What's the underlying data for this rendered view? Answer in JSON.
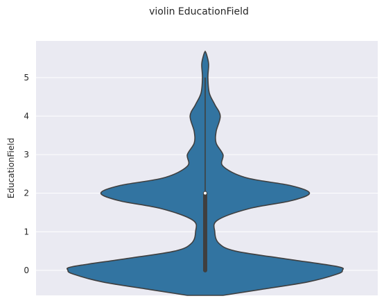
{
  "chart_data": {
    "type": "violin",
    "title": "violin EducationField",
    "xlabel": "",
    "ylabel": "EducationField",
    "ylim": [
      -0.65,
      5.95
    ],
    "yticks": [
      "0",
      "1",
      "2",
      "3",
      "4",
      "5"
    ],
    "grid": true,
    "series": [
      {
        "summary": {
          "min": 0,
          "q1": 0,
          "median": 2,
          "q3": 2,
          "max": 5
        },
        "density_profile": [
          {
            "y": -0.65,
            "w": 0.13
          },
          {
            "y": -0.5,
            "w": 0.4
          },
          {
            "y": -0.3,
            "w": 0.75
          },
          {
            "y": -0.1,
            "w": 0.96
          },
          {
            "y": 0.0,
            "w": 1.0
          },
          {
            "y": 0.1,
            "w": 0.96
          },
          {
            "y": 0.3,
            "w": 0.58
          },
          {
            "y": 0.5,
            "w": 0.22
          },
          {
            "y": 0.7,
            "w": 0.1
          },
          {
            "y": 1.0,
            "w": 0.07
          },
          {
            "y": 1.3,
            "w": 0.09
          },
          {
            "y": 1.6,
            "w": 0.32
          },
          {
            "y": 1.8,
            "w": 0.62
          },
          {
            "y": 2.0,
            "w": 0.76
          },
          {
            "y": 2.2,
            "w": 0.62
          },
          {
            "y": 2.4,
            "w": 0.3
          },
          {
            "y": 2.7,
            "w": 0.13
          },
          {
            "y": 3.0,
            "w": 0.13
          },
          {
            "y": 3.3,
            "w": 0.08
          },
          {
            "y": 3.6,
            "w": 0.08
          },
          {
            "y": 4.0,
            "w": 0.11
          },
          {
            "y": 4.3,
            "w": 0.07
          },
          {
            "y": 4.6,
            "w": 0.03
          },
          {
            "y": 5.0,
            "w": 0.02
          },
          {
            "y": 5.35,
            "w": 0.025
          },
          {
            "y": 5.6,
            "w": 0.01
          },
          {
            "y": 5.68,
            "w": 0.0
          }
        ]
      }
    ],
    "colors": {
      "violin_fill": "#3274a1",
      "violin_edge": "#3f3f3f",
      "box": "#3f3f3f",
      "median": "#ffffff",
      "plot_bg": "#eaeaf2",
      "grid": "#ffffff"
    }
  }
}
